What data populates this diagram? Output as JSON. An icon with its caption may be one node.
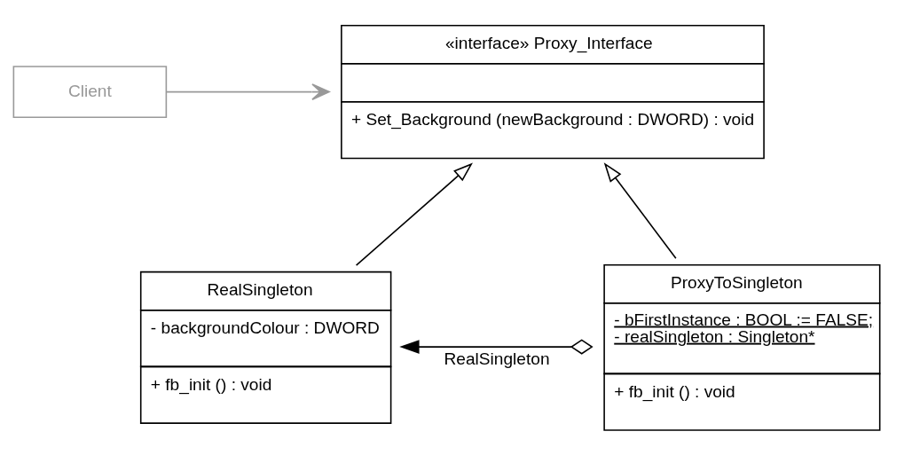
{
  "diagram": {
    "nodes": [
      {
        "text": [
          "Client"
        ]
      },
      {
        "text": [
          "«interface» Proxy_Interface",
          "+ Set_Background (newBackground : DWORD) : void"
        ]
      },
      {
        "text": [
          "RealSingleton",
          "- backgroundColour : DWORD",
          "+ fb_init () : void"
        ]
      },
      {
        "text": [
          "ProxyToSingleton",
          "- bFirstInstance : BOOL := FALSE;",
          "- realSingleton : Singleton*",
          "+ fb_init () : void"
        ]
      }
    ],
    "edges": [
      {
        "from": 0,
        "to": 1,
        "arrow": "to",
        "color": "#999999"
      },
      {
        "from": 2,
        "to": 1,
        "arrow": "to"
      },
      {
        "from": 3,
        "to": 1,
        "arrow": "to"
      },
      {
        "from": 3,
        "to": 2,
        "arrow": "to",
        "label": "RealSingleton"
      }
    ]
  }
}
